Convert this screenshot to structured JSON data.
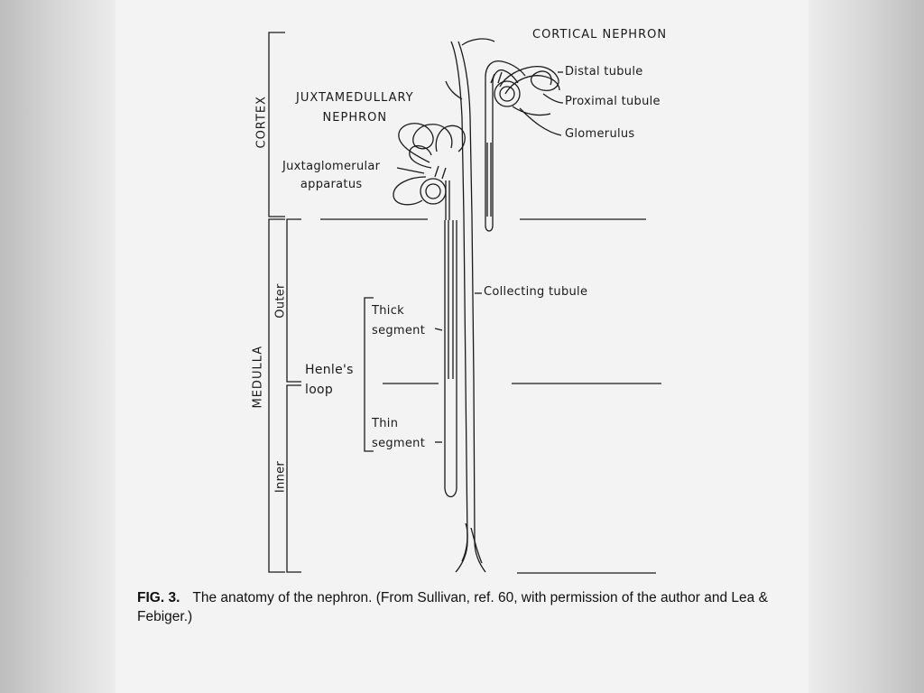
{
  "labels": {
    "cortical_nephron": "CORTICAL NEPHRON",
    "juxtamedullary_nephron": "JUXTAMEDULLARY\nNEPHRON",
    "distal_tubule": "Distal tubule",
    "proximal_tubule": "Proximal tubule",
    "glomerulus": "Glomerulus",
    "juxtaglomerular_apparatus": "Juxtaglomerular\napparatus",
    "collecting_tubule": "Collecting tubule",
    "thick_segment": "Thick\nsegment",
    "thin_segment": "Thin\nsegment",
    "henles_loop": "Henle's\nloop",
    "cortex": "CORTEX",
    "medulla": "MEDULLA",
    "outer": "Outer",
    "inner": "Inner"
  },
  "caption": {
    "fig": "FIG. 3.",
    "text": "The anatomy of the nephron. (From Sullivan, ref. 60, with permission of the author and Lea & Febiger.)"
  },
  "colors": {
    "background": "#ececec",
    "paper": "#f3f3f3",
    "ink": "#1a1a1a"
  }
}
